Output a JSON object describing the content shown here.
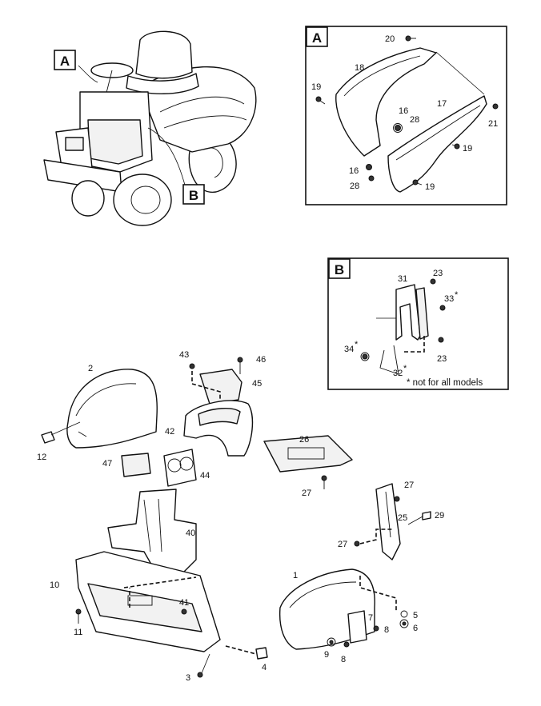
{
  "detail_labels": {
    "a": "A",
    "b": "B"
  },
  "detail_a_parts": {
    "p20": "20",
    "p18": "18",
    "p19a": "19",
    "p16a": "16",
    "p28a": "28",
    "p17": "17",
    "p21": "21",
    "p19b": "19",
    "p16b": "16",
    "p28b": "28",
    "p19c": "19"
  },
  "detail_b_parts": {
    "p31": "31",
    "p23a": "23",
    "p33": "33",
    "p34": "34",
    "p23b": "23",
    "p32": "32",
    "star": "*"
  },
  "detail_b_note": "* not for all models",
  "main_parts": {
    "p43": "43",
    "p46": "46",
    "p2": "2",
    "p45": "45",
    "p42": "42",
    "p12": "12",
    "p26": "26",
    "p47": "47",
    "p44": "44",
    "p27a": "27",
    "p27b": "27",
    "p40": "40",
    "p25": "25",
    "p29": "29",
    "p27c": "27",
    "p10": "10",
    "p1": "1",
    "p41": "41",
    "p11": "11",
    "p5": "5",
    "p6": "6",
    "p7": "7",
    "p8a": "8",
    "p9": "9",
    "p8b": "8",
    "p4": "4",
    "p3": "3"
  }
}
